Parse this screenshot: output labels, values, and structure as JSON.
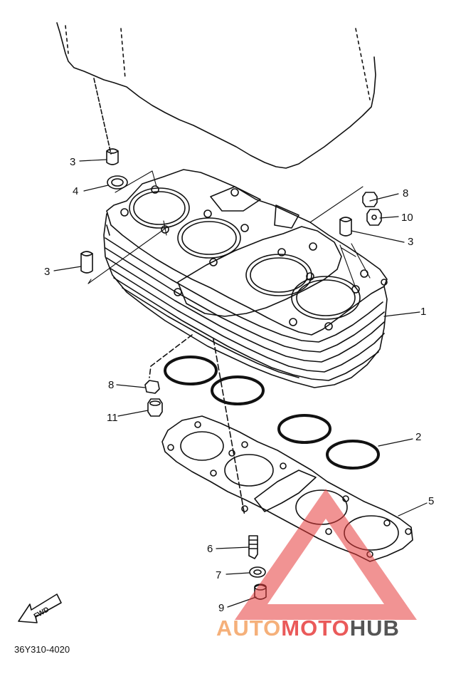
{
  "diagram": {
    "part_code": "36Y310-4020",
    "fwd_label": "FWD",
    "callouts": [
      "3",
      "4",
      "3",
      "8",
      "10",
      "3",
      "1",
      "8",
      "11",
      "2",
      "5",
      "6",
      "7",
      "9"
    ]
  },
  "watermark": {
    "brand_auto": "AUTO",
    "brand_moto": "MOTO",
    "brand_hub": "HUB",
    "colors": {
      "orange": "#f5b07a",
      "red": "#ea5a5a",
      "gray": "#555555",
      "triangle": "#e63b3b"
    }
  }
}
